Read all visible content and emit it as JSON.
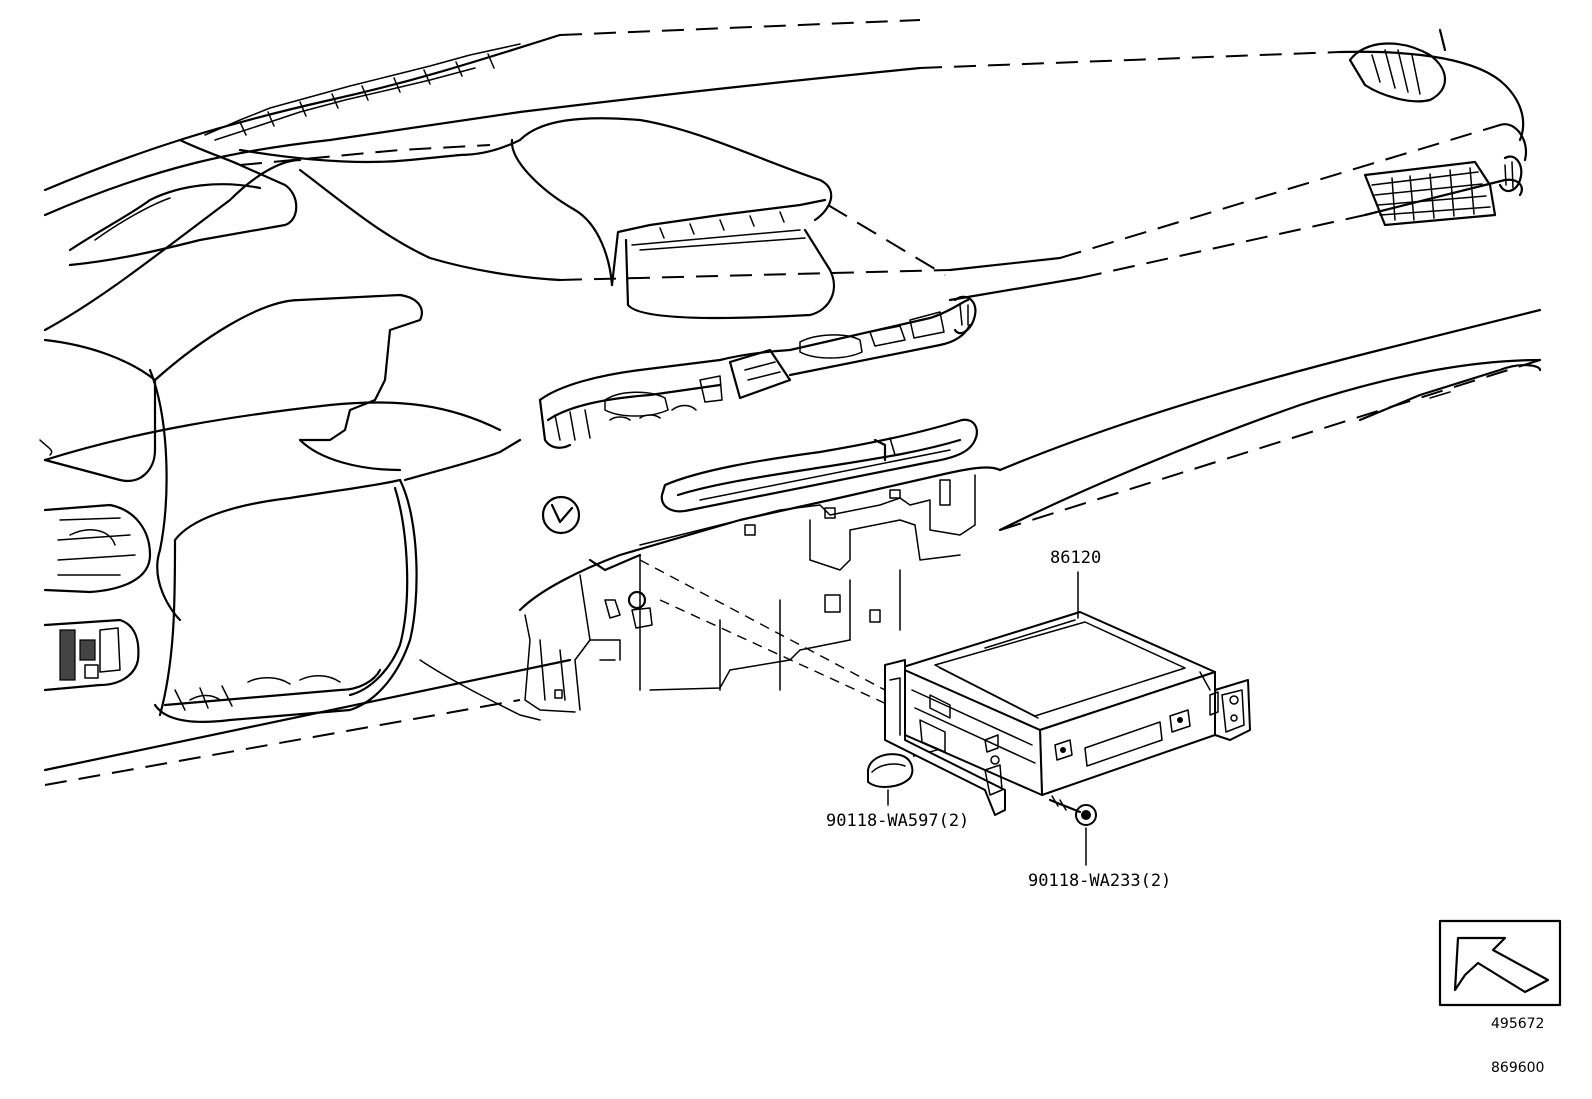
{
  "parts": {
    "main_unit": "86120",
    "clip": "90118-WA597(2)",
    "screw": "90118-WA233(2)"
  },
  "codes": {
    "view_ref": "495672",
    "illustration": "869600"
  },
  "icons": {
    "direction": "front-direction-arrow-icon"
  }
}
